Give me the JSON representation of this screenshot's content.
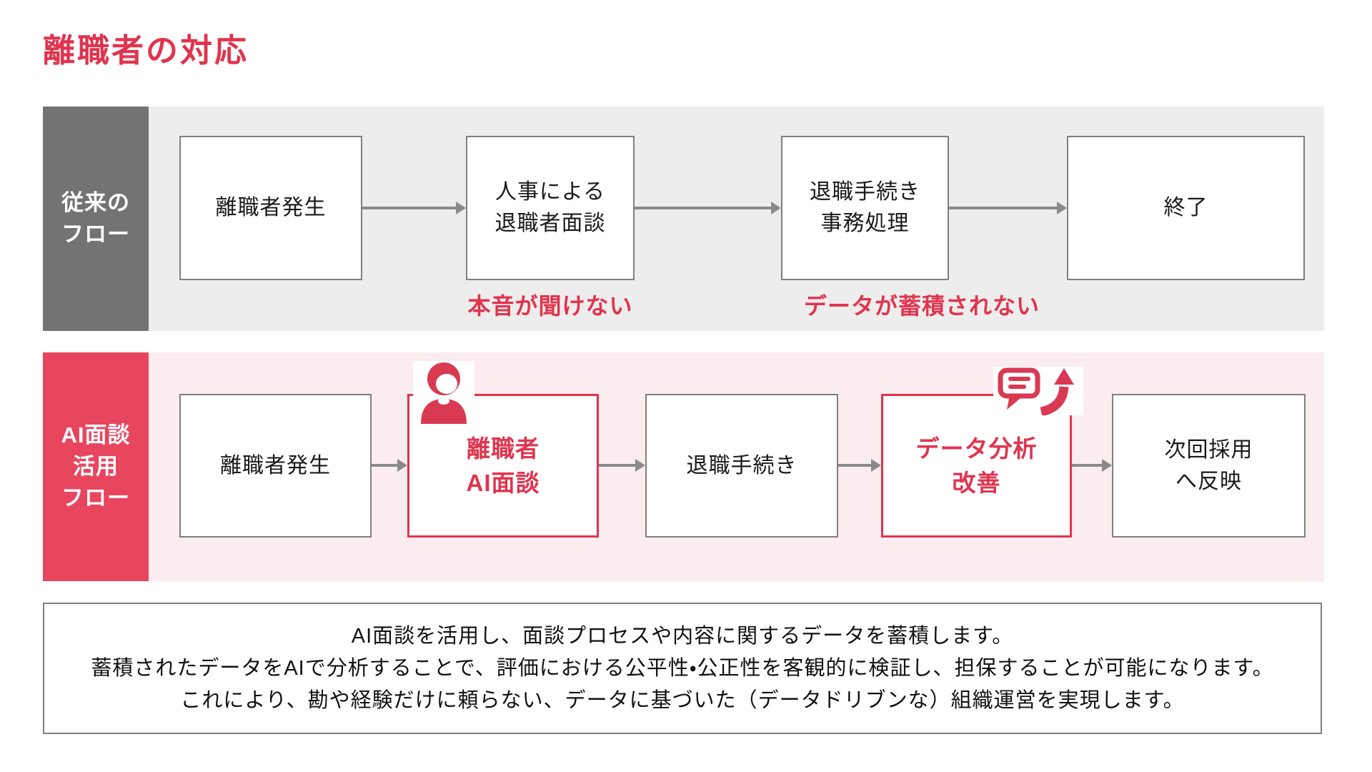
{
  "colors": {
    "accent_red": "#e0344e",
    "label_red": "#e8465f",
    "label_gray": "#737373",
    "row_traditional_bg": "#ededed",
    "row_ai_bg": "#fbecef",
    "border_gray": "#7f7f7f",
    "arrow_gray": "#8a8a8a",
    "icon_red": "#d93a52"
  },
  "page": {
    "title": "離職者の対応"
  },
  "traditional_flow": {
    "row_label_lines": [
      "従来の",
      "フロー"
    ],
    "steps": [
      {
        "lines": [
          "離職者発生"
        ]
      },
      {
        "lines": [
          "人事による",
          "退職者面談"
        ]
      },
      {
        "lines": [
          "退職手続き",
          "事務処理"
        ]
      },
      {
        "lines": [
          "終了"
        ]
      }
    ],
    "issues": [
      "本音が聞けない",
      "データが蓄積されない"
    ]
  },
  "ai_flow": {
    "row_label_lines": [
      "AI面談",
      "活用",
      "フロー"
    ],
    "steps": [
      {
        "lines": [
          "離職者発生"
        ]
      },
      {
        "lines": [
          "離職者",
          "AI面談"
        ]
      },
      {
        "lines": [
          "退職手続き"
        ]
      },
      {
        "lines": [
          "データ分析",
          "改善"
        ]
      },
      {
        "lines": [
          "次回採用",
          "へ反映"
        ]
      }
    ],
    "icon_names": [
      "person-icon",
      "chat-improvement-icon"
    ]
  },
  "summary": {
    "lines": [
      "AI面談を活用し、面談プロセスや内容に関するデータを蓄積します。",
      "蓄積されたデータをAIで分析することで、評価における公平性・公正性を客観的に検証し、担保することが可能になります。",
      "これにより、勘や経験だけに頼らない、データに基づいた（データドリブンな）組織運営を実現します。"
    ]
  }
}
